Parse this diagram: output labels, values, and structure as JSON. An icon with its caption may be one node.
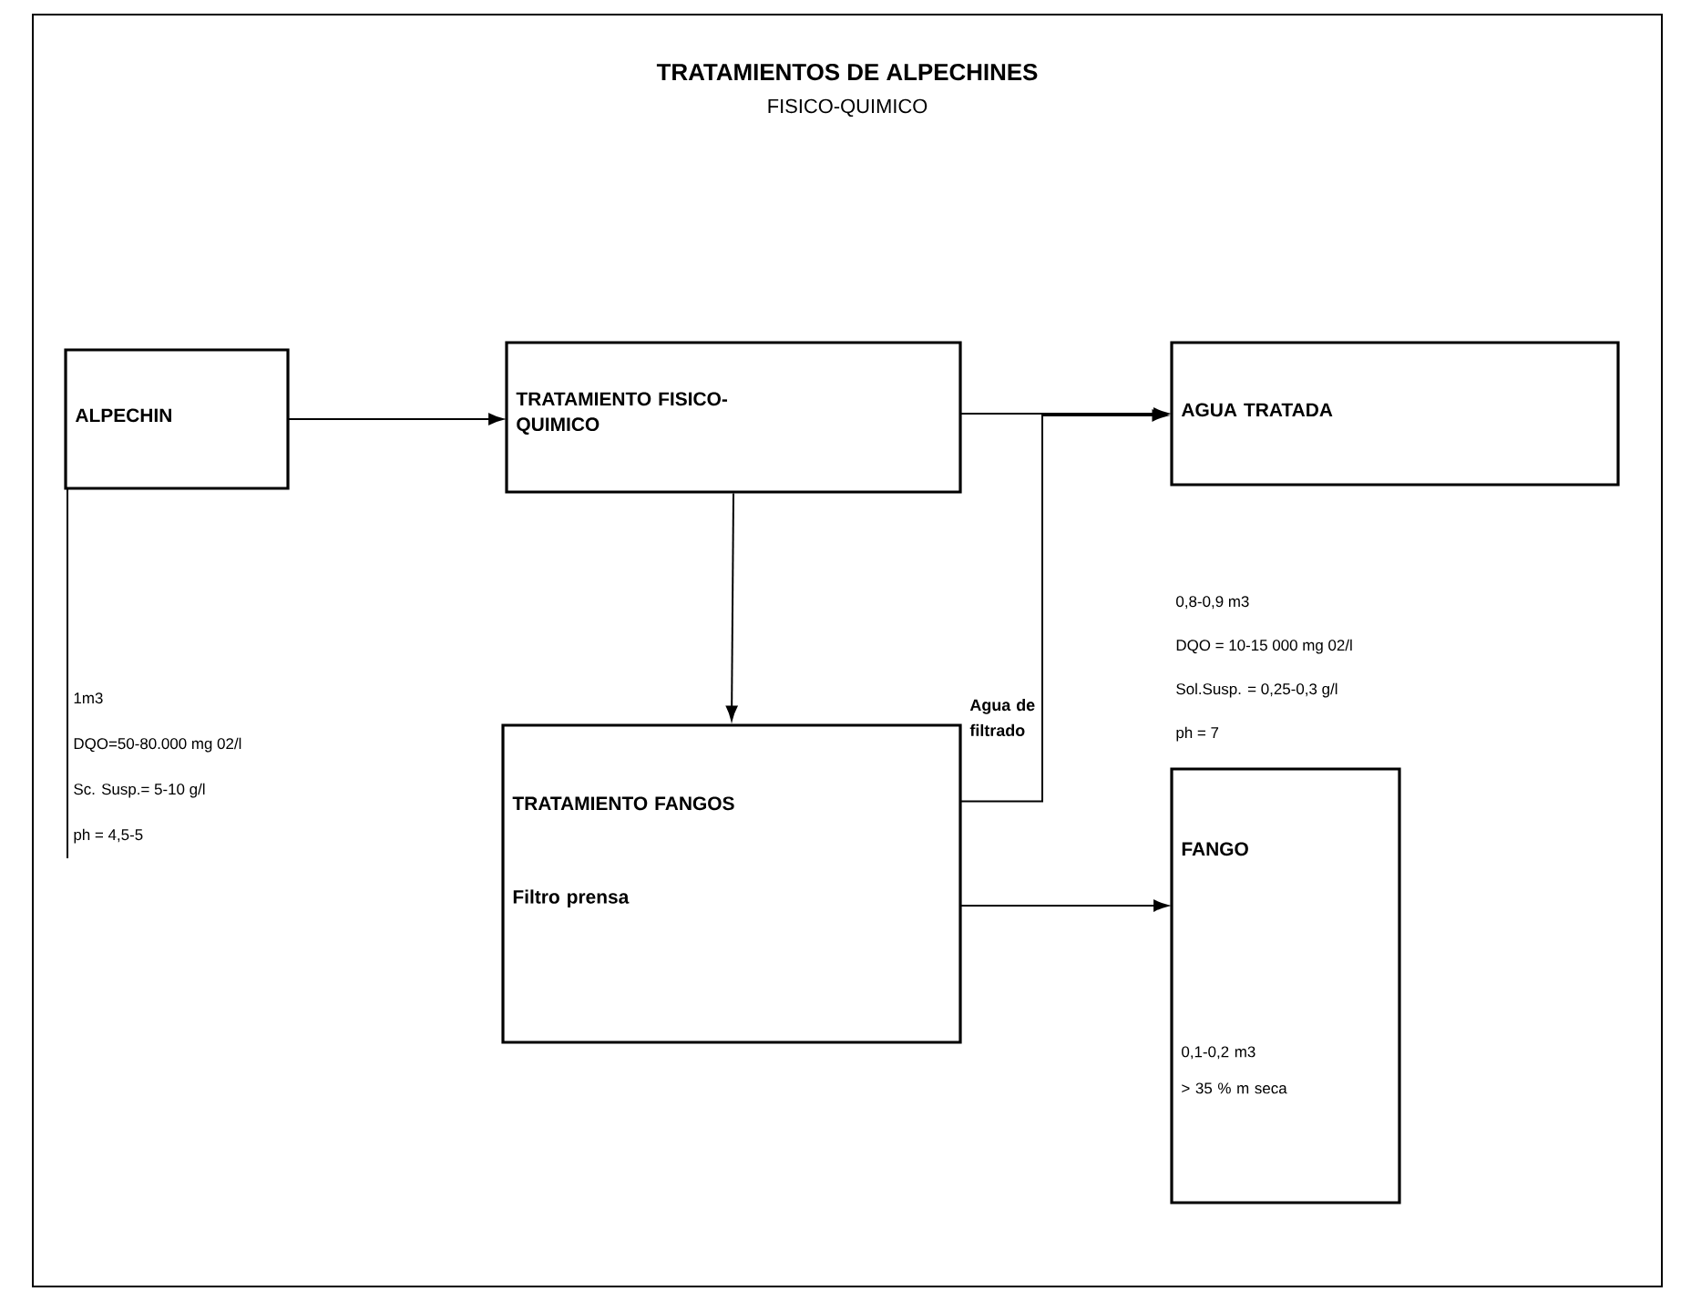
{
  "diagram": {
    "title": "TRATAMIENTOS DE ALPECHINES",
    "nodes": [
      {
        "text": [
          "ALPECHIN"
        ],
        "beside": [
          "1m3",
          "DQO=50-80.000 mg 02/l",
          "Sc. Susp.= 5-10 g/l",
          "ph = 4,5-5"
        ]
      },
      {
        "text": [
          "TRATAMIENTO FISICO-QUIMICO"
        ]
      },
      {
        "text": [
          "AGUA TRATADA"
        ]
      },
      {
        "text": [
          "TRATAMIENTO FANGOS",
          "Filtro prensa"
        ]
      },
      {
        "text": [
          "FANGO",
          "0,1-0,2 m3",
          "> 35 % m  seca"
        ]
      }
    ],
    "edges": [
      {
        "from": 0,
        "to": 1,
        "arrow": "to"
      },
      {
        "from": 1,
        "to": 2,
        "arrow": "to"
      },
      {
        "from": 1,
        "to": 3,
        "arrow": "to"
      },
      {
        "from": 3,
        "to": 2,
        "arrow": "to",
        "label": "Agua de filtrado"
      },
      {
        "from": 3,
        "to": 4,
        "arrow": "to"
      }
    ],
    "labels": [
      "FISICO-QUIMICO",
      "0,8-0,9 m3",
      "DQO = 10-15 000 mg 02/l",
      "Sol.Susp. = 0,25-0,3 g/l",
      "ph = 7"
    ]
  }
}
